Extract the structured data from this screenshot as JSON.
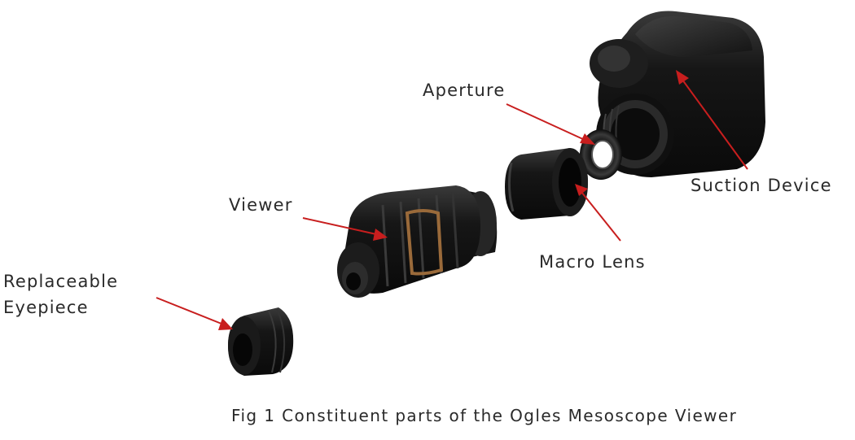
{
  "labels": {
    "aperture": "Aperture",
    "suction_device": "Suction Device",
    "viewer": "Viewer",
    "macro_lens": "Macro Lens",
    "eyepiece_line1": "Replaceable",
    "eyepiece_line2": "Eyepiece"
  },
  "caption": "Fig 1 Constituent parts of the Ogles Mesoscope Viewer",
  "colors": {
    "background": "#ffffff",
    "parts": "#151515",
    "highlight": "#4a4a4a",
    "leader": "#c81e1e",
    "viewer_band": "#9a6a3a",
    "text": "#2a2a2a"
  }
}
